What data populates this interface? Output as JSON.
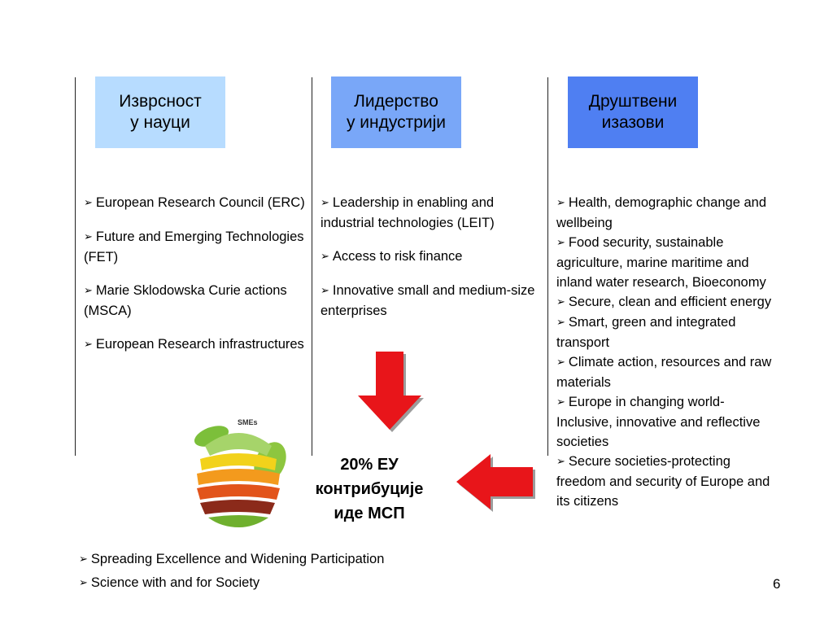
{
  "pillars": [
    {
      "label": "Изврсност\nу науци",
      "color": "#b7dcff"
    },
    {
      "label": "Лидерство\nу индустрији",
      "color": "#79a7f8"
    },
    {
      "label": "Друштвени\nизазови",
      "color": "#4f7ff2"
    }
  ],
  "columns": [
    {
      "items": [
        "European Research Council (ERC)",
        "Future and Emerging Technologies (FET)",
        "Marie Sklodowska Curie actions (MSCA)",
        "European Research infrastructures"
      ]
    },
    {
      "items": [
        "Leadership in enabling and industrial technologies (LEIT)",
        "Access to risk finance",
        "Innovative small and medium-size enterprises"
      ]
    },
    {
      "items": [
        "Health, demographic change and wellbeing",
        "Food security, sustainable agriculture, marine maritime and inland water research, Bioeconomy",
        "Secure, clean and efficient energy",
        "Smart, green and integrated transport",
        "Climate action, resources and raw materials",
        "Europe in changing world-Inclusive, innovative and reflective societies",
        "Secure societies-protecting freedom and security of Europe and its citizens"
      ]
    }
  ],
  "center_text": "20% ЕУ\nконтрибуције\nиде МСП",
  "fruit_label": "SMEs",
  "bottom_items": [
    "Spreading Excellence and Widening Participation",
    "Science with and for Society"
  ],
  "page_number": "6",
  "bullet_glyph": "➢",
  "colors": {
    "arrow": "#e8151a",
    "arrow_shadow": "#9c9c9c"
  }
}
